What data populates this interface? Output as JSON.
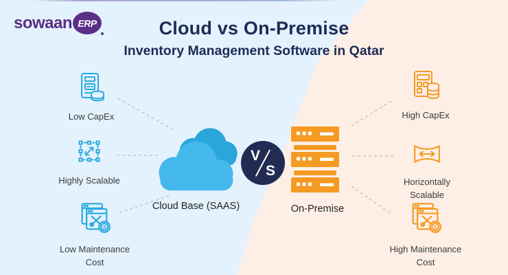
{
  "brand": {
    "name": "sowaan",
    "suffix": "ERP"
  },
  "header": {
    "title": "Cloud vs On-Premise",
    "subtitle": "Inventory Management Software in Qatar"
  },
  "cloud_side": {
    "label": "Cloud Base (SAAS)",
    "features": [
      {
        "label": "Low CapEx",
        "icon": "cash-register-coins-icon"
      },
      {
        "label": "Highly Scalable",
        "icon": "diagonal-scale-icon"
      },
      {
        "label": "Low Maintenance Cost",
        "icon": "maintenance-cost-icon"
      }
    ]
  },
  "vs": {
    "label_top": "V",
    "label_bottom": "S"
  },
  "onprem_side": {
    "label": "On-Premise",
    "features": [
      {
        "label": "High CapEx",
        "icon": "calculator-coins-icon"
      },
      {
        "label": "Horizontally Scalable",
        "icon": "horizontal-scale-icon"
      },
      {
        "label": "High Maintenance Cost",
        "icon": "maintenance-cost-icon"
      }
    ]
  },
  "colors": {
    "left_bg": "#e3f2fc",
    "right_bg": "#fdefe5",
    "navy": "#1d2b56",
    "purple": "#5b2e87",
    "blue_icon": "#29a9e1",
    "orange": "#f59a23",
    "cloud_front": "#45b8ec",
    "cloud_back": "#2ba6da",
    "vs_bg": "#222c52",
    "connector": "#c2c2c2",
    "label": "#3b3b3b"
  }
}
